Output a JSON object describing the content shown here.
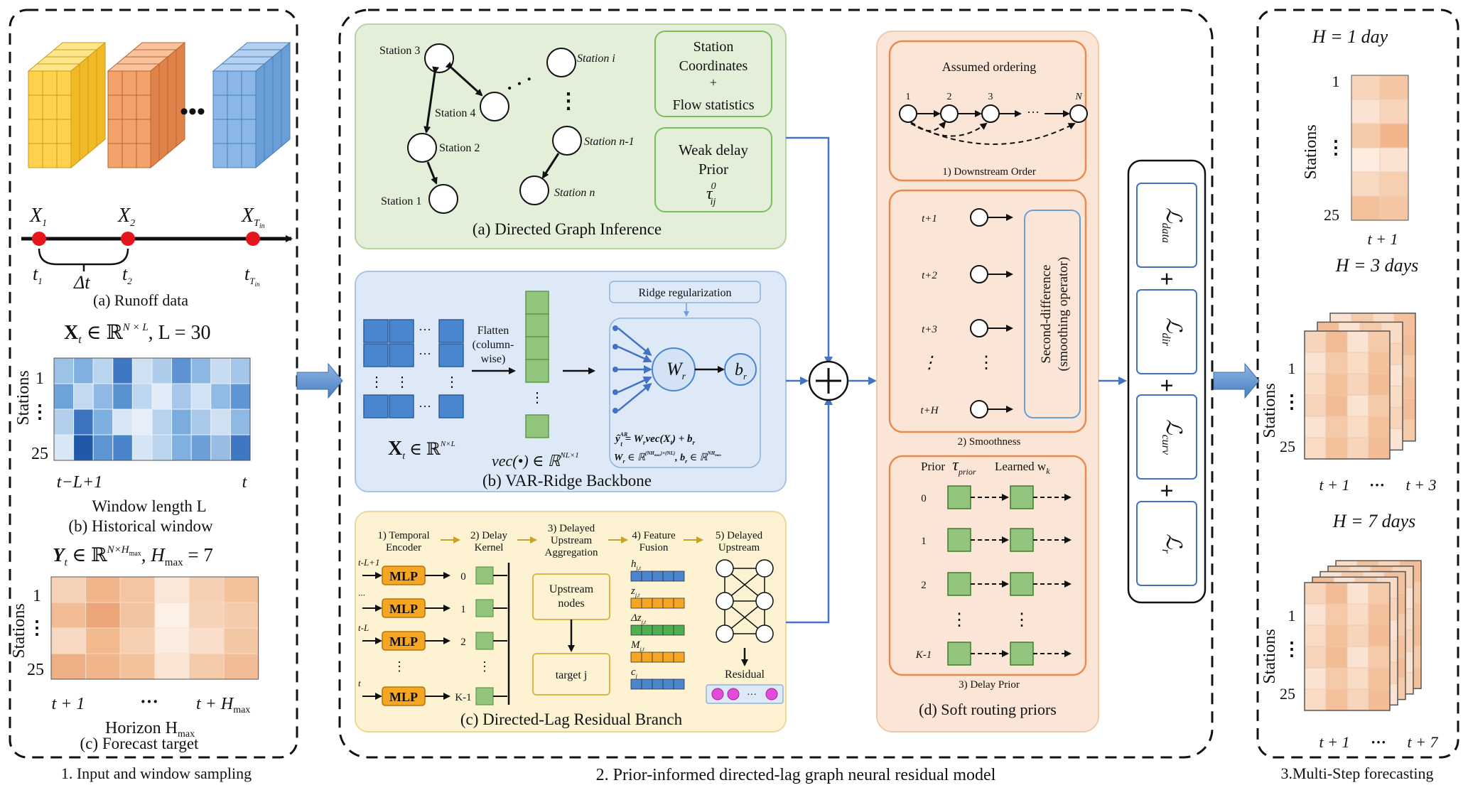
{
  "sections": {
    "s1_label": "1. Input and window sampling",
    "s2_label": "2. Prior-informed directed-lag graph neural residual model",
    "s3_label": "3.Multi-Step forecasting"
  },
  "input": {
    "runoff_caption": "(a) Runoff data",
    "x_labels": [
      "X",
      "X",
      "X"
    ],
    "x_subs": [
      "1",
      "2",
      "T"
    ],
    "x_subsub": "in",
    "t_labels": [
      "t",
      "t",
      "t"
    ],
    "t_subs": [
      "1",
      "2",
      "T"
    ],
    "t_subsub": "in",
    "delta_t": "Δt",
    "ellipsis": "•••",
    "hist_formula": "X",
    "hist_formula_sub": "t",
    "hist_formula_rest": " ∈ ℝ",
    "hist_formula_sup": "N × L",
    "hist_formula_tail": ", L = 30",
    "hist_ylabel": "Stations",
    "hist_row_ticks": [
      "1",
      "⋮",
      "25"
    ],
    "hist_x_start": "t−L+1",
    "hist_x_end": "t",
    "hist_xlabel": "Window length L",
    "hist_caption": "(b) Historical window",
    "fc_formula": "Y",
    "fc_formula_sub": "t",
    "fc_formula_rest": " ∈ ℝ",
    "fc_formula_sup": "N×H",
    "fc_formula_supsub": "max",
    "fc_formula_tail": ", H",
    "fc_formula_tailsub": "max",
    "fc_formula_end": " = 7",
    "fc_ylabel": "Stations",
    "fc_row_ticks": [
      "1",
      "⋮",
      "25"
    ],
    "fc_x_start": "t + 1",
    "fc_x_mid": "···",
    "fc_x_end": "t + H",
    "fc_x_end_sub": "max",
    "fc_xlabel": "Horizon H",
    "fc_xlabel_sub": "max",
    "fc_caption": "(c) Forecast target"
  },
  "graph": {
    "stations": [
      "Station 3",
      "Station 4",
      "Station 2",
      "Station 1",
      "Station i",
      "Station n-1",
      "Station n"
    ],
    "dots": "⋮",
    "hdots": "·  ·  ·",
    "coord_box": [
      "Station",
      "Coordinates",
      "+",
      "Flow statistics"
    ],
    "delay_box": [
      "Weak delay",
      "Prior"
    ],
    "tau": "τ",
    "tau_sub": "ij",
    "tau_sup": "0",
    "caption": "(a) Directed Graph Inference"
  },
  "var": {
    "flatten": [
      "Flatten",
      "(column-",
      "wise)"
    ],
    "ridge": "Ridge regularization",
    "W": "W",
    "W_sub": "r",
    "b": "b",
    "b_sub": "r",
    "xt": "X",
    "xt_sub": "t",
    "xt_rest": " ∈ ℝ",
    "xt_sup": "N×L",
    "vec": "vec(•) ∈ ℝ",
    "vec_sup": "NL×1",
    "eq1": "ŷ",
    "eq1_sup": "AR",
    "eq1_sub": "t",
    "eq1_rest": " = W",
    "eq1_rest_sub": "r",
    "eq1_tail": "vec(X",
    "eq1_tail_sub": "t",
    "eq1_end": ") + b",
    "eq1_end_sub": "r",
    "eq2": "W",
    "eq2_sub": "r",
    "eq2_rest": " ∈ ℝ",
    "eq2_sup": "(NH",
    "eq2_supsub": "max",
    "eq2_supend": ")×(NL)",
    "eq2_b": ", b",
    "eq2_b_sub": "r",
    "eq2_b_rest": " ∈ ℝ",
    "eq2_b_sup": "NH",
    "eq2_b_supsub": "max",
    "dots": "···",
    "vdots": "⋮",
    "caption": "(b) VAR-Ridge Backbone"
  },
  "resid": {
    "step1": [
      "1) Temporal",
      "Encoder"
    ],
    "step2": [
      "2) Delay",
      "Kernel"
    ],
    "step3": [
      "3) Delayed",
      "Upstream",
      "Aggregation"
    ],
    "step4": [
      "4) Feature",
      "Fusion"
    ],
    "step5": [
      "5) Delayed",
      "Upstream"
    ],
    "mlp": "MLP",
    "time_labels": [
      "t-L+1",
      "···",
      "t-L",
      "t"
    ],
    "kernel_labels": [
      "0",
      "1",
      "2",
      "K-1"
    ],
    "vdots": "⋮",
    "upstream": [
      "Upstream",
      "nodes"
    ],
    "target": "target j",
    "feat_labels": [
      "h",
      "z",
      "Δz",
      "M",
      "c"
    ],
    "feat_subs": [
      "j,t",
      "j,t",
      "j,t",
      "j,t",
      "j"
    ],
    "residual": "Residual",
    "caption": "(c) Directed-Lag Residual Branch"
  },
  "priors": {
    "assumed": "Assumed ordering",
    "order_nodes": [
      "1",
      "2",
      "3",
      "N"
    ],
    "order_dots": "···",
    "order_caption": "1) Downstream Order",
    "smooth_times": [
      "t+1",
      "t+2",
      "t+3",
      "⋮",
      "t+H"
    ],
    "second_diff": "Second-difference",
    "smoothing_op": "(smoothing operator)",
    "smooth_caption": "2) Smoothness",
    "prior_label": "Prior",
    "tau_prior": "τ",
    "tau_prior_sub": "prior",
    "learned": "Learned w",
    "learned_sub": "k",
    "delay_labels": [
      "0",
      "1",
      "2",
      "⋮",
      "K-1"
    ],
    "delay_caption": "3) Delay Prior",
    "caption": "(d) Soft routing priors"
  },
  "loss": {
    "terms": [
      "ℒ",
      "ℒ",
      "ℒ",
      "ℒ"
    ],
    "subs": [
      "data",
      "dir",
      "curv",
      "r"
    ],
    "plus": "+"
  },
  "output": {
    "h1": "H = 1 day",
    "h3": "H = 3 days",
    "h7": "H = 7 days",
    "ylabel": "Stations",
    "ticks": [
      "1",
      "⋮",
      "25"
    ],
    "h1_x": "t + 1",
    "h3_x": [
      "t + 1",
      "···",
      "t + 3"
    ],
    "h7_x": [
      "t + 1",
      "···",
      "t + 7"
    ]
  },
  "colors": {
    "green_bg": "#e3efd9",
    "green_border": "#7cbf5a",
    "blue_bg": "#dde9f6",
    "blue_border": "#8fb2da",
    "yellow_bg": "#fdf3d3",
    "peach_bg": "#fbe5d6",
    "peach_border": "#e88b4e",
    "mlp": "#f5a623",
    "cell_blue": "#4a86cf",
    "cell_green": "#93c47d",
    "arrow_blue": "#4472c4"
  }
}
